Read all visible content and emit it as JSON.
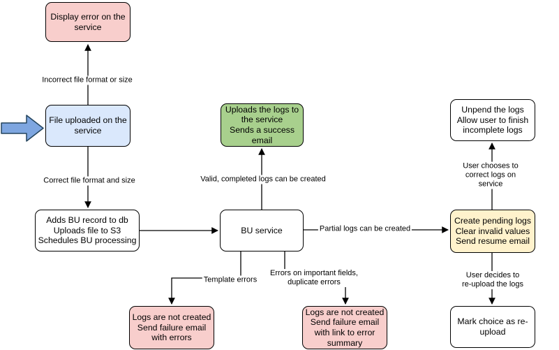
{
  "colors": {
    "stroke": "#000000",
    "white_fill": "#ffffff",
    "pink_fill": "#f8cecc",
    "blue_fill": "#dae8fc",
    "green_fill": "#a8d08d",
    "yellow_fill": "#fff2cc",
    "arrow_fill": "#7ea6e0",
    "arrow_stroke": "#23445d"
  },
  "nodes": {
    "display_error": "Display error on the\nservice",
    "file_uploaded": "File uploaded on the\nservice",
    "adds_bu": "Adds BU record to db\nUploads file to S3\nSchedules BU processing",
    "uploads_logs": "Uploads the logs to\nthe service\nSends a success\nemail",
    "bu_service": "BU service",
    "unpend": "Unpend the logs\nAllow user to finish\nincomplete logs",
    "create_pending": "Create pending logs\nClear invalid values\nSend resume email",
    "logs_not_created_errors": "Logs are not created\nSend failure email\nwith errors",
    "logs_not_created_summary": "Logs are not created\nSend failure email\nwith link to error\nsummary",
    "mark_reupload": "Mark choice as re-\nupload"
  },
  "edge_labels": {
    "incorrect": "Incorrect file format or size",
    "correct": "Correct file format and size",
    "valid": "Valid, completed logs can be created",
    "partial": "Partial logs can be created",
    "user_chooses": "User chooses to correct logs on service",
    "user_decides": "User decides to re-upload the logs",
    "template_errors": "Template errors",
    "important_errors": "Errors on important fields,\nduplicate errors"
  }
}
